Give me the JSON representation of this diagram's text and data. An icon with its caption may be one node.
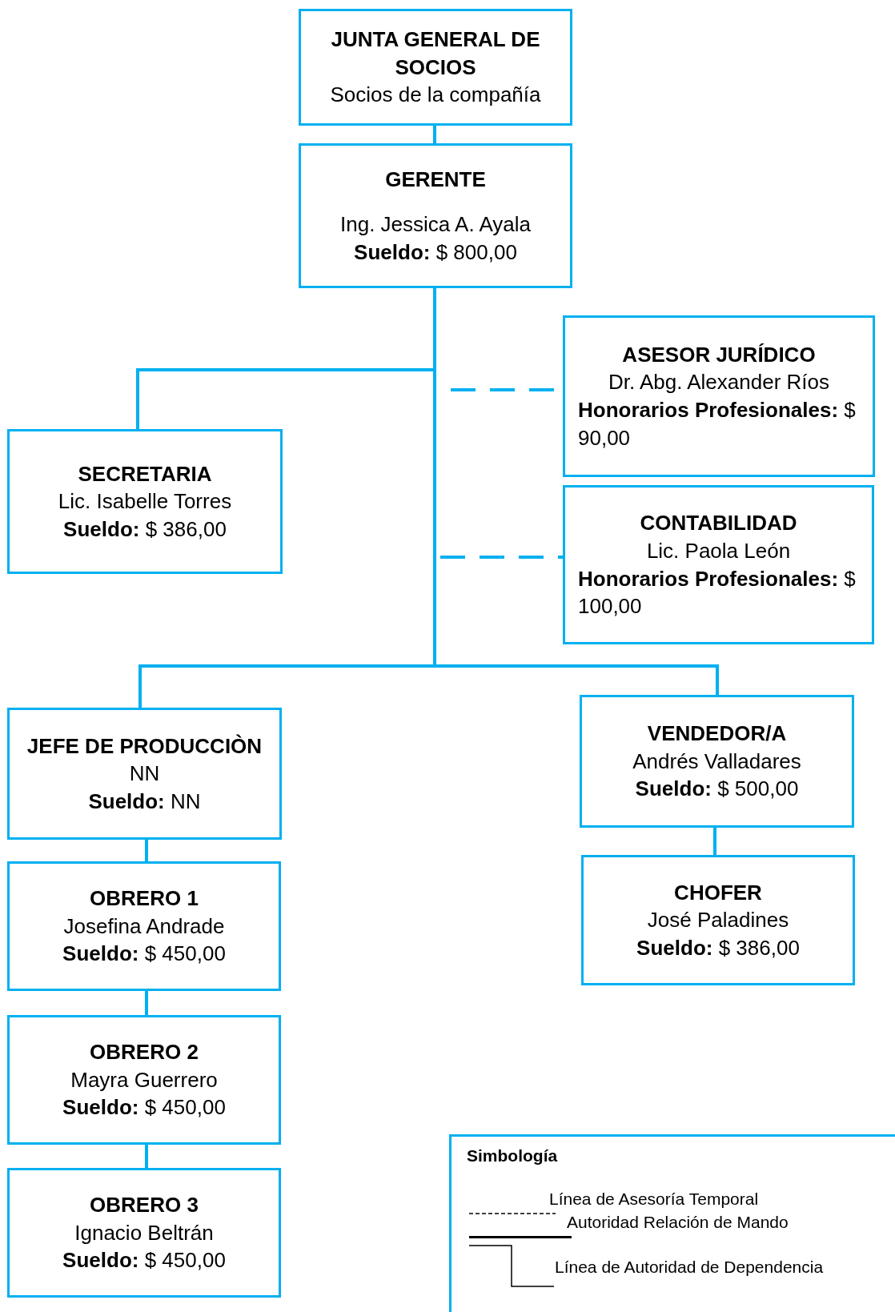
{
  "diagram": {
    "nodes": [
      {
        "text": [
          "JUNTA GENERAL DE SOCIOS",
          "Socios de la compañía"
        ]
      },
      {
        "text": [
          "GERENTE",
          "Ing. Jessica A. Ayala",
          "**Sueldo:** $ 800,00"
        ]
      },
      {
        "text": [
          "ASESOR JURÍDICO",
          "Dr. Abg. Alexander Ríos",
          "**Honorarios Profesionales:** $ 90,00"
        ]
      },
      {
        "text": [
          "SECRETARIA",
          "Lic. Isabelle Torres",
          "**Sueldo:** $ 386,00"
        ]
      },
      {
        "text": [
          "CONTABILIDAD",
          "Lic. Paola León",
          "**Honorarios Profesionales:** $ 100,00"
        ]
      },
      {
        "text": [
          "JEFE DE PRODUCCIÒN",
          "NN",
          "**Sueldo:** NN"
        ]
      },
      {
        "text": [
          "VENDEDOR/A",
          "Andrés Valladares",
          "**Sueldo:** $ 500,00"
        ]
      },
      {
        "text": [
          "OBRERO 1",
          "Josefina Andrade",
          "**Sueldo:** $ 450,00"
        ]
      },
      {
        "text": [
          "CHOFER",
          "José Paladines",
          "**Sueldo:** $ 386,00"
        ]
      },
      {
        "text": [
          "OBRERO 2",
          "Mayra Guerrero",
          "**Sueldo:** $ 450,00"
        ]
      },
      {
        "text": [
          "OBRERO 3",
          "Ignacio Beltrán",
          "**Sueldo:** $ 450,00"
        ]
      }
    ],
    "edges": [
      {
        "from": 0,
        "to": 1,
        "arrow": "none"
      },
      {
        "from": 1,
        "to": 3,
        "arrow": "none"
      },
      {
        "from": 1,
        "to": 2,
        "arrow": "none",
        "style": "dashed"
      },
      {
        "from": 1,
        "to": 4,
        "arrow": "none",
        "style": "dashed"
      },
      {
        "from": 1,
        "to": 5,
        "arrow": "none"
      },
      {
        "from": 1,
        "to": 6,
        "arrow": "none"
      },
      {
        "from": 5,
        "to": 7,
        "arrow": "none"
      },
      {
        "from": 7,
        "to": 9,
        "arrow": "none"
      },
      {
        "from": 9,
        "to": 10,
        "arrow": "none"
      },
      {
        "from": 6,
        "to": 8,
        "arrow": "none"
      }
    ],
    "labels": [
      "Simbología"
    ],
    "legend": [
      {
        "text": "Línea de Asesoría Temporal"
      },
      {
        "text": "Autoridad Relación de Mando"
      },
      {
        "text": "Línea de Autoridad de Dependencia"
      }
    ]
  }
}
